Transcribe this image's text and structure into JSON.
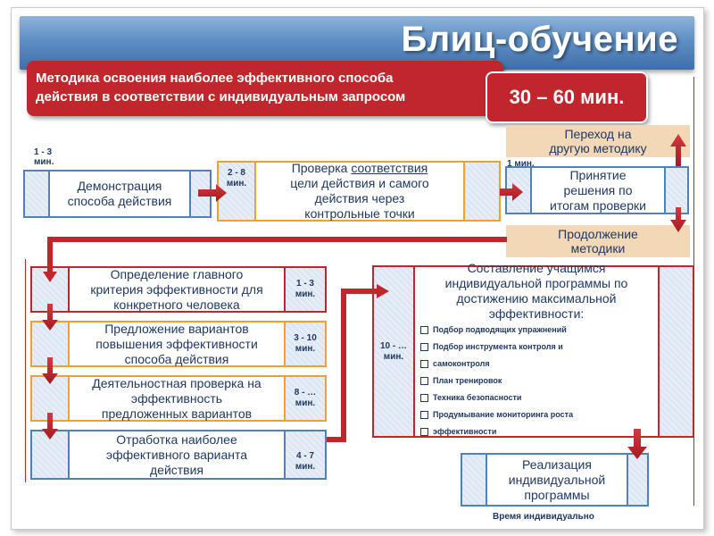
{
  "title": "Блиц-обучение",
  "method": {
    "line1": "Методика освоения наиболее эффективного способа",
    "line2": "действия в соответствии с индивидуальным запросом"
  },
  "total_time": "30 – 60 мин.",
  "row1": {
    "demo": {
      "time_line1": "1 - 3",
      "time_line2": "мин.",
      "text_line1": "Демонстрация",
      "text_line2": "способа действия"
    },
    "check": {
      "time_line1": "2 - 8",
      "time_line2": "мин.",
      "text_line1_pre": "Проверка ",
      "text_line1_underlined": "соответствия",
      "text_line2": "цели действия и самого",
      "text_line3": "действия через",
      "text_line4": "контрольные точки"
    },
    "decision": {
      "time": "1 мин.",
      "text_line1": "Принятие",
      "text_line2": "решения по",
      "text_line3": "итогам проверки"
    }
  },
  "switch_method": {
    "line1": "Переход на",
    "line2": "другую методику"
  },
  "continue_method": {
    "line1": "Продолжение",
    "line2": "методики"
  },
  "steps": [
    {
      "line1": "Определение главного",
      "line2": "критерия эффективности для",
      "line3": "конкретного человека",
      "time_line1": "1 - 3",
      "time_line2": "мин."
    },
    {
      "line1": "Предложение вариантов",
      "line2": "повышения эффективности",
      "line3": "способа действия",
      "time_line1": "3 - 10",
      "time_line2": "мин."
    },
    {
      "line1": "Деятельностная проверка на",
      "line2": "эффективность",
      "line3": "предложенных вариантов",
      "time_line1": "8 - …",
      "time_line2": "мин."
    },
    {
      "line1": "Отработка наиболее",
      "line2": "эффективного варианта",
      "line3": "действия",
      "time_line1": "4 - 7",
      "time_line2": "мин."
    }
  ],
  "program": {
    "time_line1": "10 - …",
    "time_line2": "мин.",
    "heading_line1": "Составление учащимся",
    "heading_line2": "индивидуальной программы по",
    "heading_line3": "достижению максимальной",
    "heading_line4": "эффективности:",
    "items": [
      "Подбор подводящих упражнений",
      "Подбор инструмента контроля и",
      "самоконтроля",
      "План тренировок",
      "Техника безопасности",
      "Продумывание мониторинга роста",
      "эффективности"
    ]
  },
  "realization": {
    "line1": "Реализация",
    "line2": "индивидуальной",
    "line3": "программы"
  },
  "footer": "Время индивидуально",
  "colors": {
    "title_blue": "#4f81bd",
    "accent_red": "#c0272d",
    "orange": "#f0a030",
    "tan": "#f2d8b6",
    "text_navy": "#1f3864"
  }
}
